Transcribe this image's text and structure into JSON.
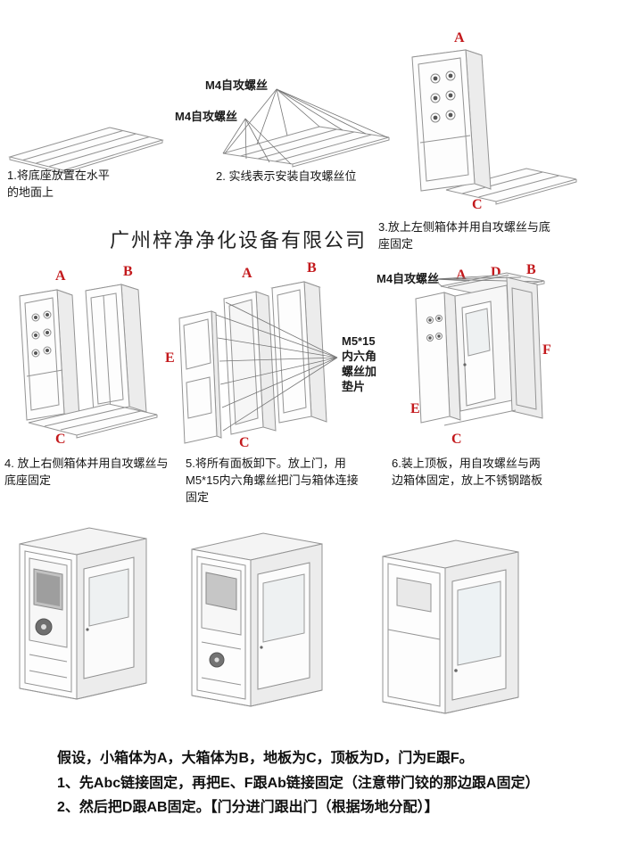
{
  "company": {
    "name": "广州梓净净化设备有限公司"
  },
  "colors": {
    "label_red": "#c3191c",
    "line_gray": "#949494",
    "text_black": "#161616"
  },
  "steps": {
    "s1": {
      "caption": "1.将底座放置在水平的地面上"
    },
    "s2": {
      "caption": "2. 实线表示安装自攻螺丝位",
      "screw_label_1": "M4自攻螺丝",
      "screw_label_2": "M4自攻螺丝"
    },
    "s3": {
      "caption": "3.放上左侧箱体并用自攻螺丝与底座固定",
      "label_a": "A",
      "label_c": "C"
    },
    "s4": {
      "caption": "4. 放上右侧箱体并用自攻螺丝与底座固定",
      "label_a": "A",
      "label_b": "B",
      "label_c": "C"
    },
    "s5": {
      "caption": "5.将所有面板卸下。放上门，用M5*15内六角螺丝把门与箱体连接固定",
      "screw_label": "M5*15内六角螺丝加垫片",
      "label_a": "A",
      "label_b": "B",
      "label_e": "E",
      "label_c": "C"
    },
    "s6": {
      "caption": "6.装上顶板，用自攻螺丝与两边箱体固定，放上不锈钢踏板",
      "screw_label": "M4自攻螺丝",
      "label_a": "A",
      "label_d": "D",
      "label_b": "B",
      "label_f": "F",
      "label_e": "E",
      "label_c": "C"
    }
  },
  "footer": {
    "line1": "假设，小箱体为A，大箱体为B，地板为C，顶板为D，门为E跟F。",
    "line2": "1、先Abc链接固定，再把E、F跟Ab链接固定（注意带门铰的那边跟A固定）",
    "line3": "2、然后把D跟AB固定。【门分进门跟出门（根据场地分配）】"
  }
}
